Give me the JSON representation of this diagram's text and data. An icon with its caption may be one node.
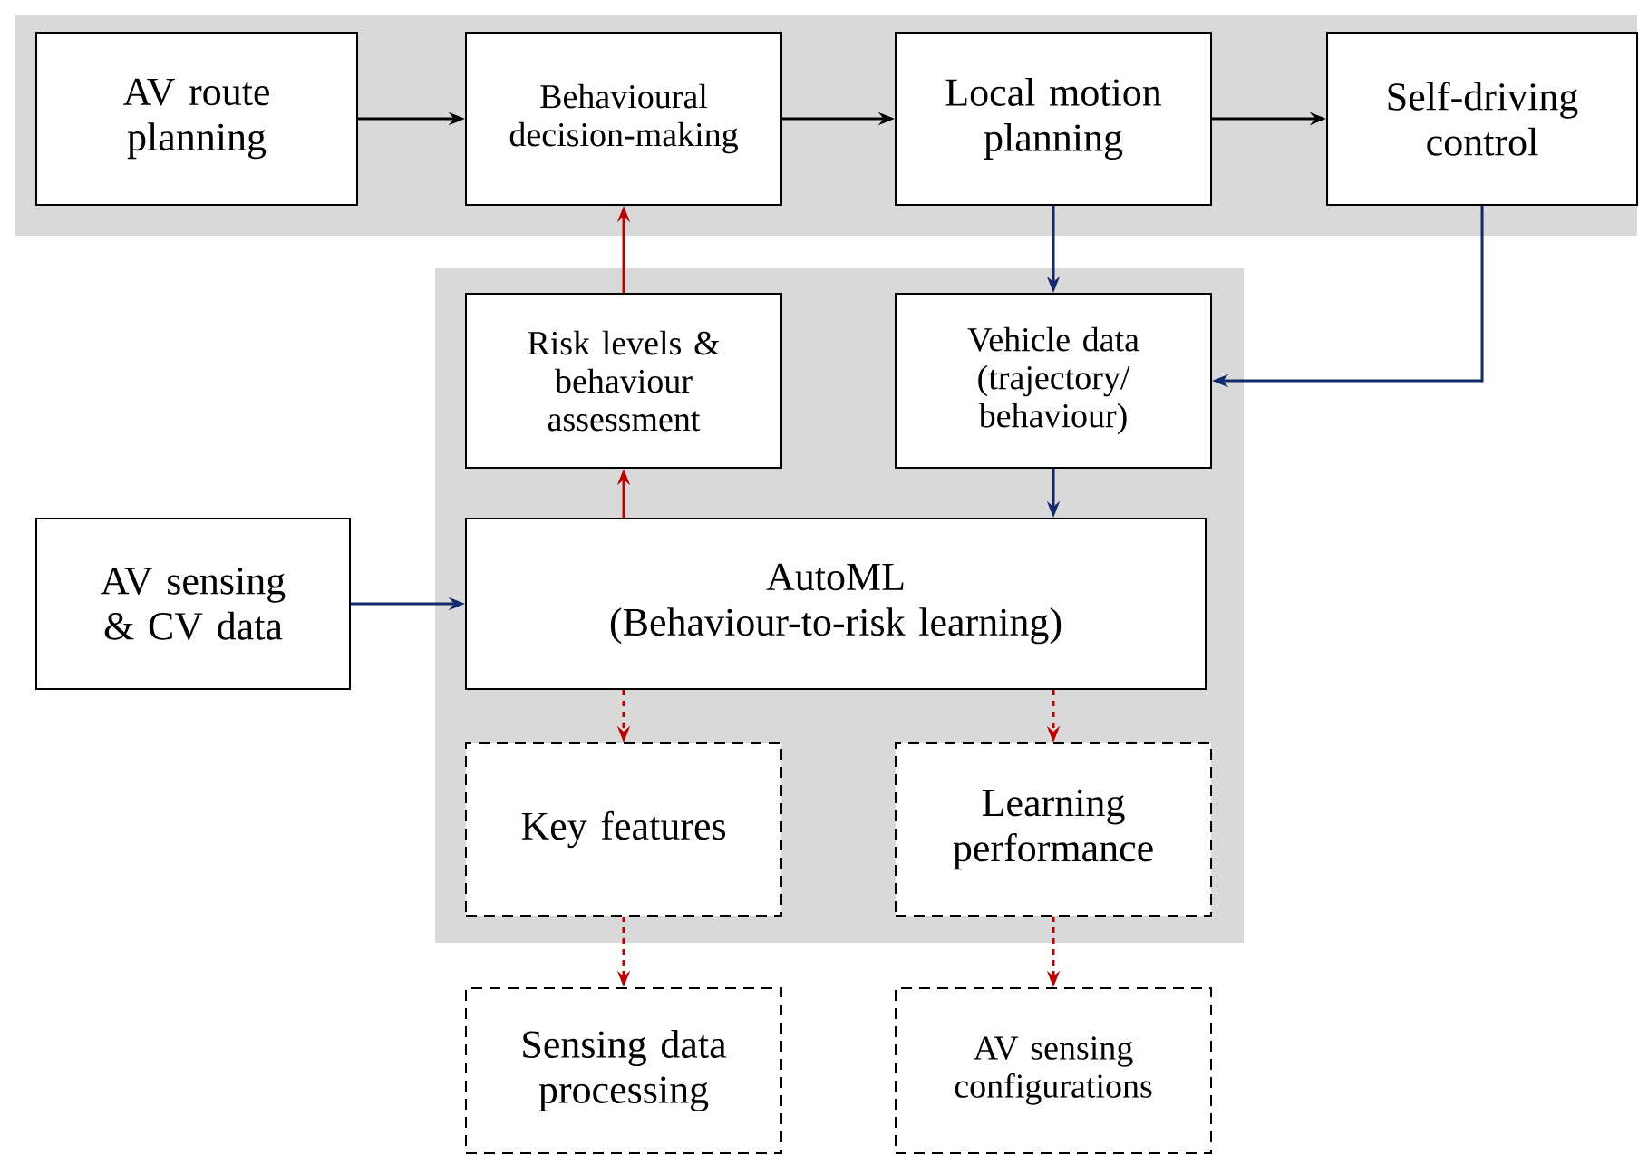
{
  "diagram": {
    "nodes": [
      {
        "text": [],
        "shape": "box"
      },
      {
        "text": [
          "AV route planning"
        ],
        "in": 0
      },
      {
        "text": [
          "Behavioural decision-making"
        ],
        "in": 0
      },
      {
        "text": [
          "Local motion planning"
        ],
        "in": 0
      },
      {
        "text": [
          "Self-driving control"
        ],
        "in": 0
      },
      {
        "text": [],
        "shape": "box"
      },
      {
        "text": [
          "Risk levels & behaviour assessment"
        ],
        "in": 5
      },
      {
        "text": [
          "Vehicle data (trajectory/ behaviour)"
        ],
        "in": 5
      },
      {
        "text": [
          "AV sensing & CV data"
        ]
      },
      {
        "text": [
          "AutoML",
          "(Behaviour-to-risk learning)"
        ],
        "in": 5
      },
      {
        "text": [
          "Key features"
        ],
        "in": 5
      },
      {
        "text": [
          "Learning performance"
        ],
        "in": 5
      },
      {
        "text": [
          "Sensing data processing"
        ]
      },
      {
        "text": [
          "AV sensing configurations"
        ]
      }
    ],
    "edges": [
      {
        "from": 1,
        "to": 2,
        "arrow": "to",
        "color": "#000000"
      },
      {
        "from": 2,
        "to": 3,
        "arrow": "to",
        "color": "#000000"
      },
      {
        "from": 3,
        "to": 4,
        "arrow": "to",
        "color": "#000000"
      },
      {
        "from": 3,
        "to": 7,
        "arrow": "to",
        "color": "#12296b"
      },
      {
        "from": 4,
        "to": 7,
        "arrow": "to",
        "color": "#12296b"
      },
      {
        "from": 7,
        "to": 9,
        "arrow": "to",
        "color": "#12296b"
      },
      {
        "from": 8,
        "to": 9,
        "arrow": "to",
        "color": "#12296b"
      },
      {
        "from": 6,
        "to": 2,
        "arrow": "to",
        "color": "#c00000"
      },
      {
        "from": 9,
        "to": 6,
        "arrow": "to",
        "color": "#c00000"
      },
      {
        "from": 9,
        "to": 10,
        "arrow": "to",
        "style": "dashed",
        "color": "#c00000"
      },
      {
        "from": 9,
        "to": 11,
        "arrow": "to",
        "style": "dashed",
        "color": "#c00000"
      },
      {
        "from": 10,
        "to": 12,
        "arrow": "to",
        "style": "dashed",
        "color": "#c00000"
      },
      {
        "from": 11,
        "to": 13,
        "arrow": "to",
        "style": "dashed",
        "color": "#c00000"
      }
    ]
  }
}
